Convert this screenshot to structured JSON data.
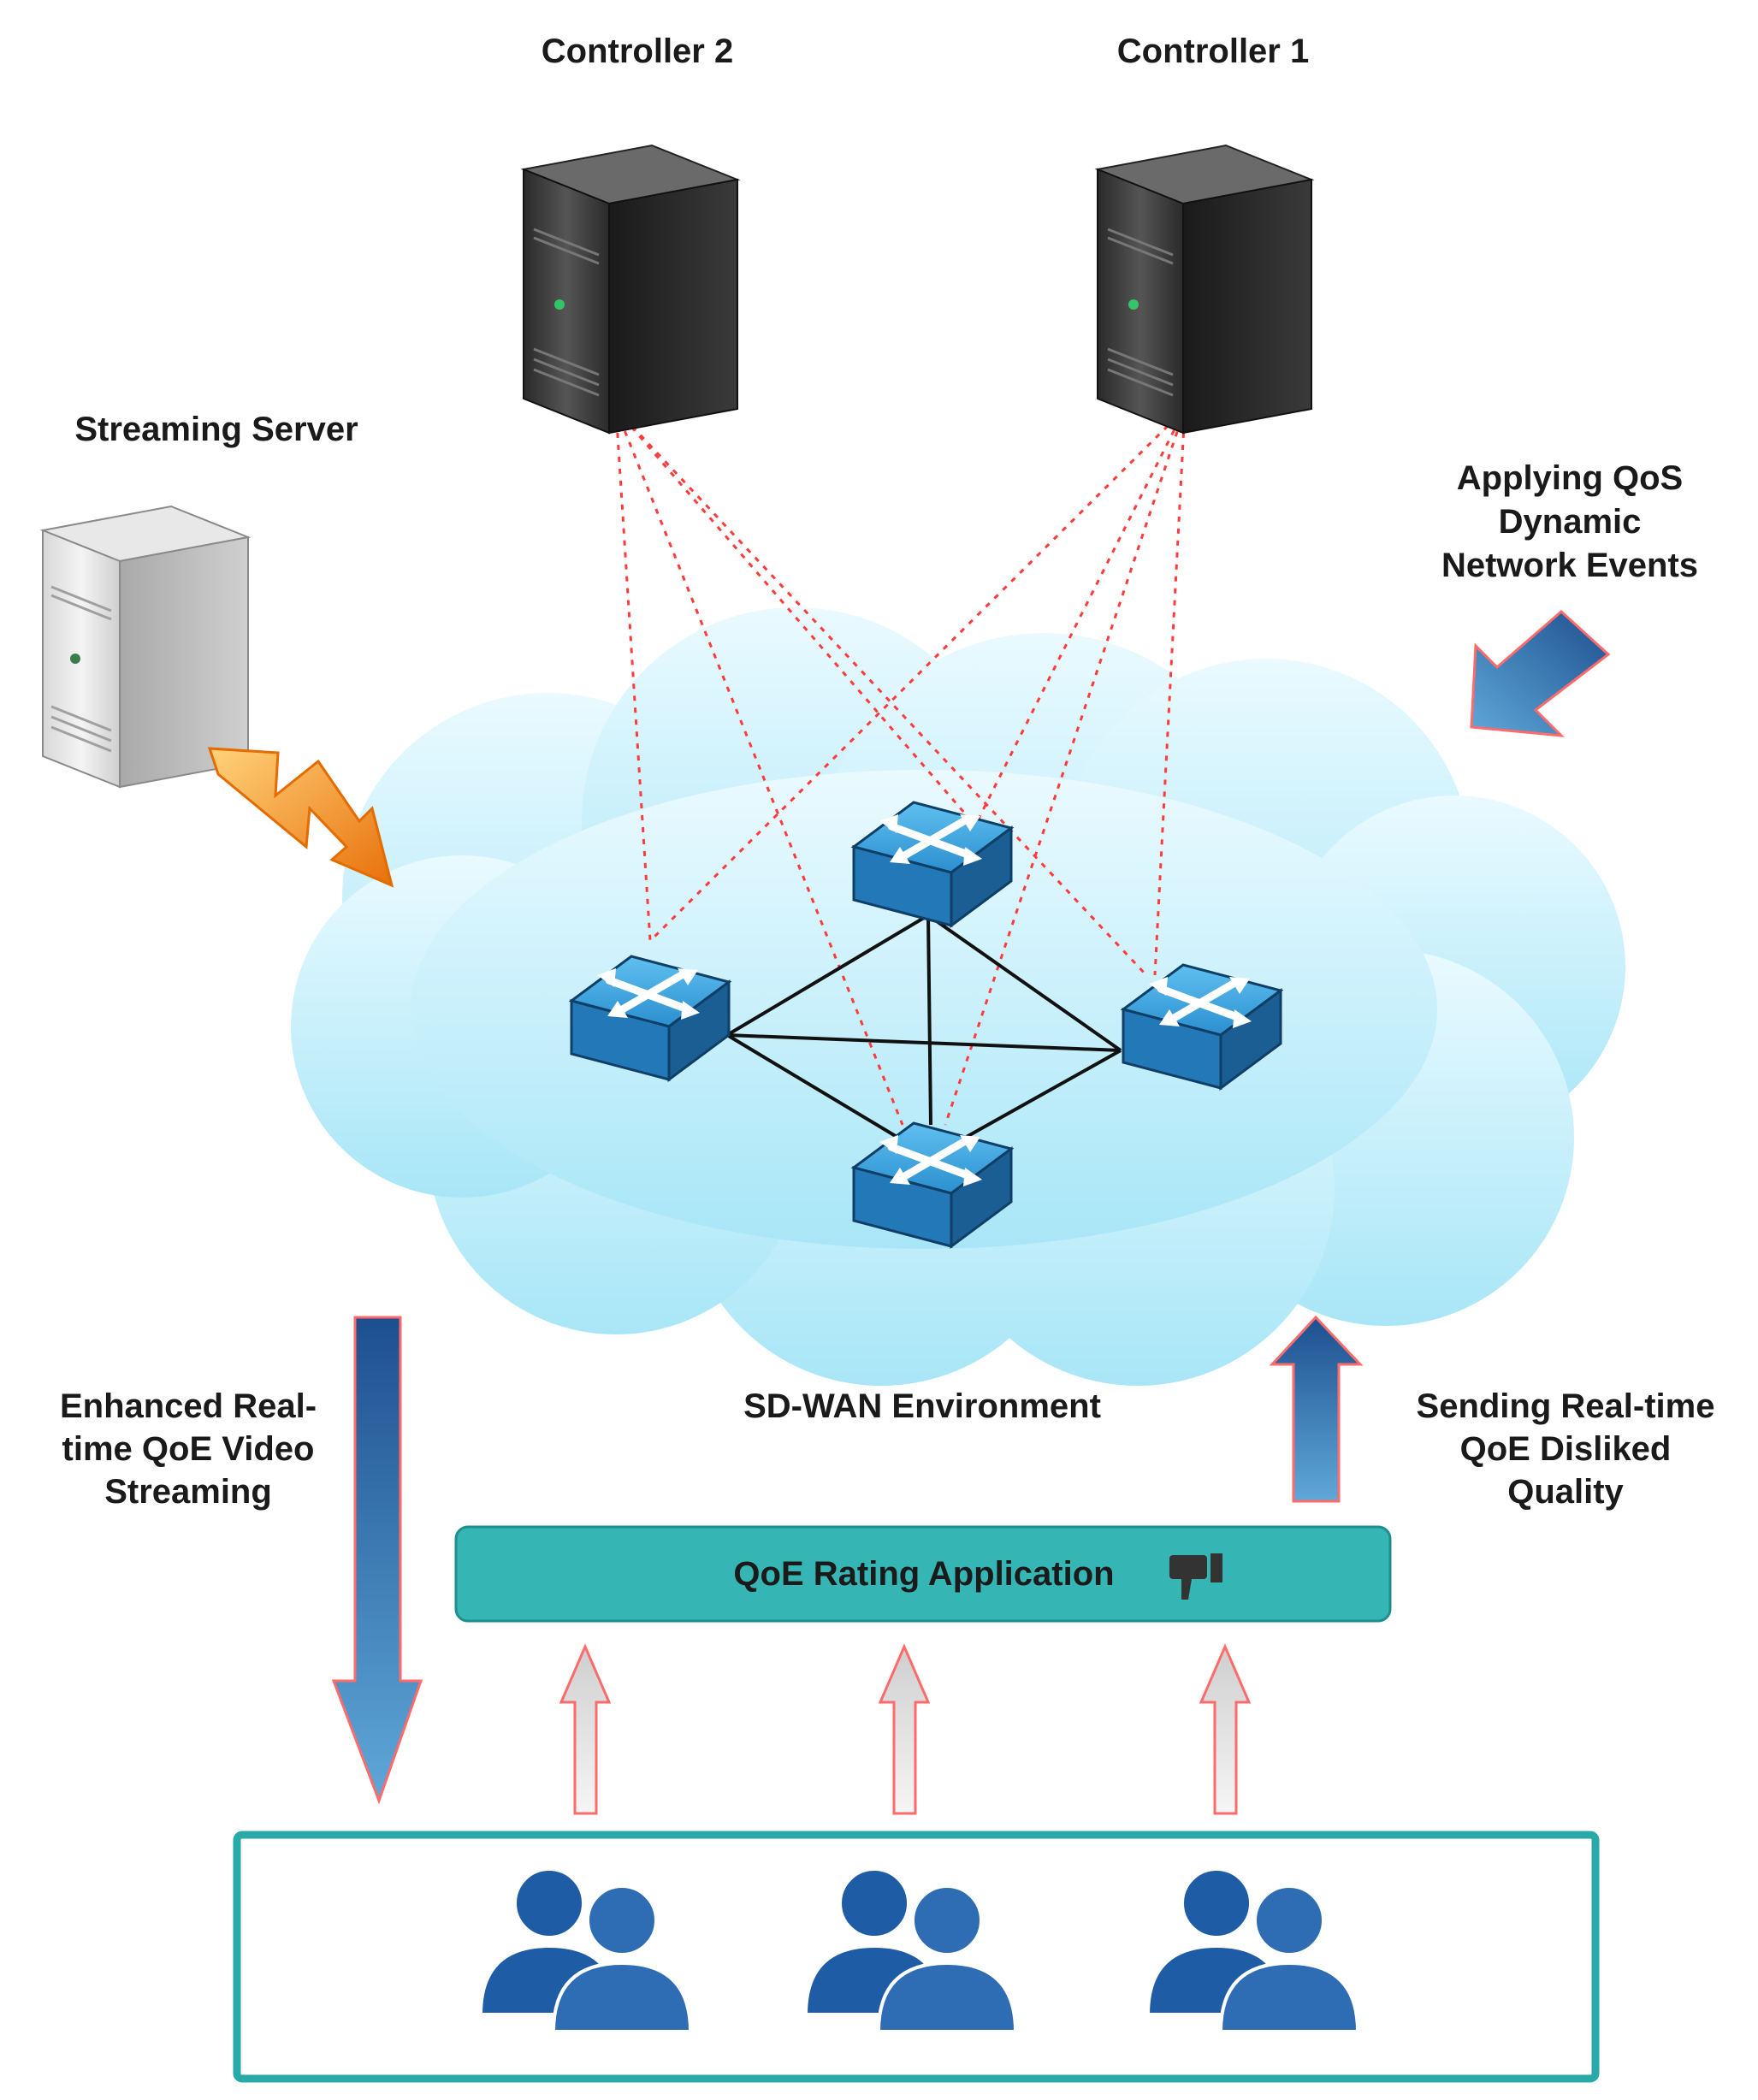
{
  "labels": {
    "controller_2": "Controller 2",
    "controller_1": "Controller 1",
    "streaming_server": "Streaming Server",
    "applying_qos": [
      "Applying QoS",
      "Dynamic",
      "Network Events"
    ],
    "enhanced_streaming": [
      "Enhanced Real-",
      "time QoE Video",
      "Streaming"
    ],
    "sdwan": "SD-WAN Environment",
    "sending_qoe": [
      "Sending Real-time",
      "QoE Disliked",
      "Quality"
    ],
    "qoe_app": "QoE Rating Application"
  },
  "colors": {
    "control_link": "#ff3b3b",
    "data_link": "#111111",
    "cloud": "#c8f0fb",
    "teal": "#2aa9a9",
    "app_bar": "#35b6b4",
    "arrow_blue": "#2a6aa8",
    "user_blue": "#1f5ca6",
    "switch_blue": "#2b8fd0",
    "lightning": "#f08a10"
  },
  "icons": {
    "controller": "server-tower-icon",
    "streaming_server": "server-tower-icon",
    "switch": "network-switch-icon",
    "users": "user-group-icon",
    "dislike": "thumbs-down-icon",
    "stream_link": "lightning-bolt-icon"
  }
}
